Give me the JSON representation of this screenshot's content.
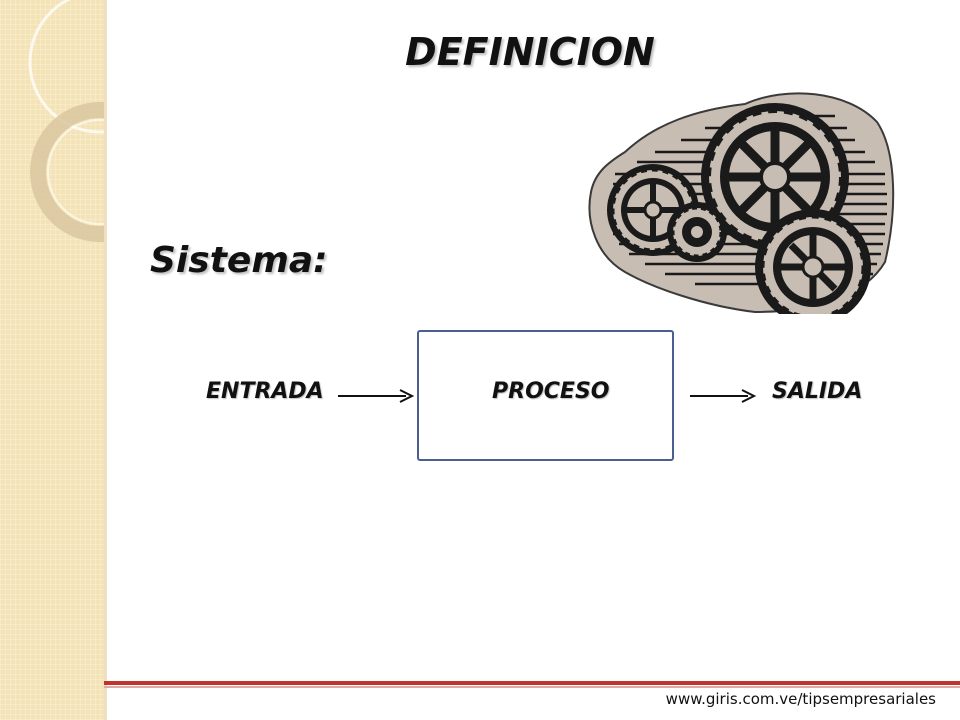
{
  "slide": {
    "title": "DEFINICION",
    "subtitle": "Sistema:"
  },
  "diagram": {
    "input_label": "ENTRADA",
    "process_label": "PROCESO",
    "output_label": "SALIDA"
  },
  "footer": {
    "url": "www.giris.com.ve/tipsempresariales"
  },
  "colors": {
    "side_panel": "#f4e3b6",
    "process_box_border": "#4a5f8f",
    "footer_line": "#c0342b"
  },
  "icons": [
    "gears-illustration",
    "arrow-right-icon"
  ]
}
